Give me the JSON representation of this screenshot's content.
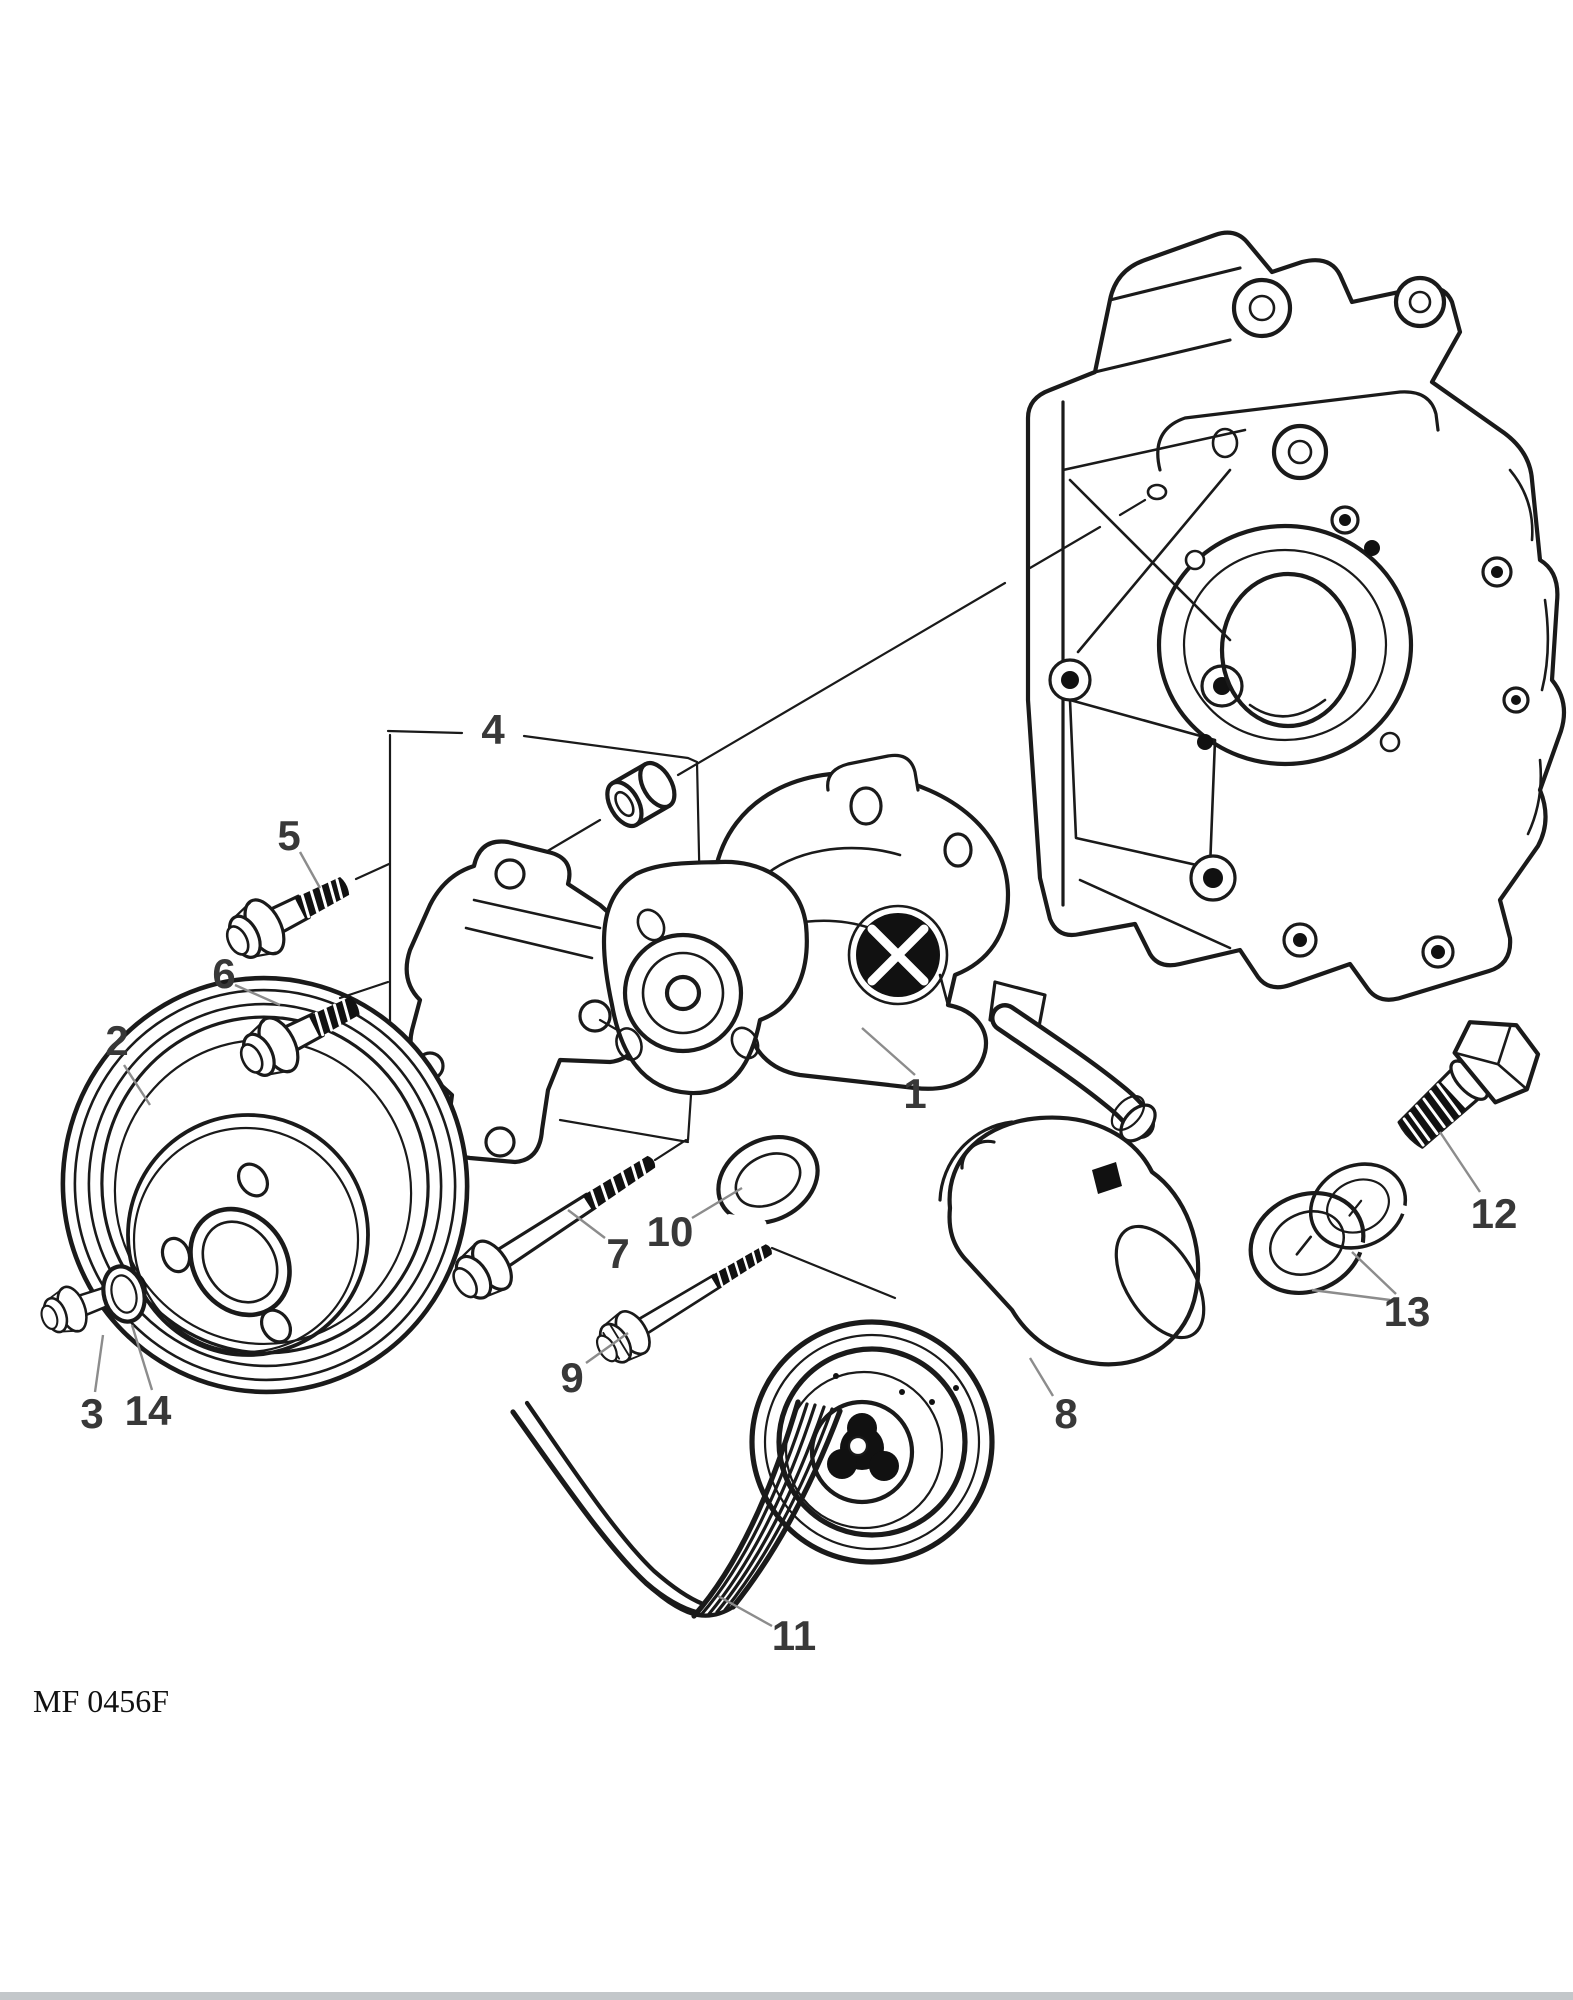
{
  "figure": {
    "code": "MF 0456F"
  },
  "callouts": [
    {
      "number": "1"
    },
    {
      "number": "2"
    },
    {
      "number": "3"
    },
    {
      "number": "4"
    },
    {
      "number": "5"
    },
    {
      "number": "6"
    },
    {
      "number": "7"
    },
    {
      "number": "8"
    },
    {
      "number": "9"
    },
    {
      "number": "10"
    },
    {
      "number": "11"
    },
    {
      "number": "12"
    },
    {
      "number": "13"
    },
    {
      "number": "14"
    }
  ],
  "colors": {
    "ink": "#1a1a1a",
    "leader": "#8c8c8c",
    "label": "#383838",
    "background": "#ffffff",
    "footer_bar": "#c3c7ca"
  }
}
